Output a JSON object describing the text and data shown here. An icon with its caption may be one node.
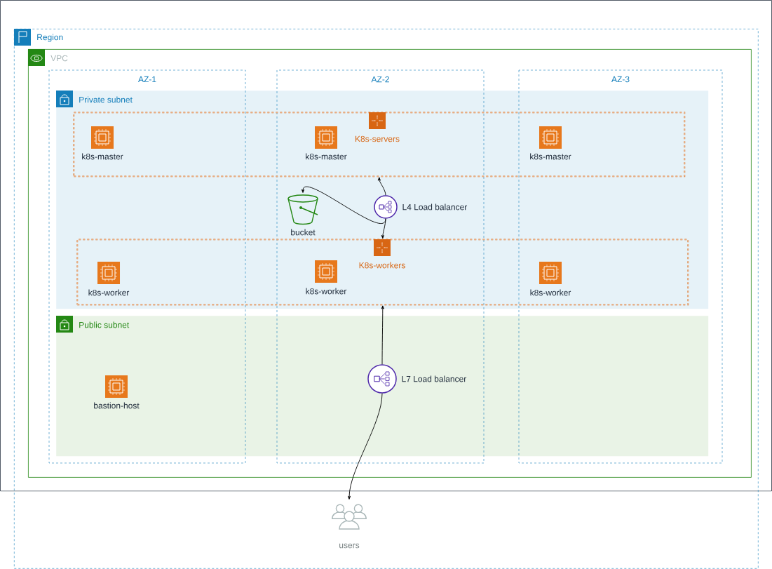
{
  "diagram": {
    "nodes": [
      {
        "text": [
          "Region"
        ]
      },
      {
        "text": [
          "VPC"
        ],
        "in": 0
      },
      {
        "text": [
          "Private subnet"
        ],
        "in": 1
      },
      {
        "text": [
          "Public subnet"
        ],
        "in": 1
      },
      {
        "text": [
          "K8s-servers"
        ],
        "in": 2
      },
      {
        "text": [
          "k8s-master"
        ],
        "in": 4
      },
      {
        "text": [
          "k8s-master"
        ],
        "in": 4
      },
      {
        "text": [
          "k8s-master"
        ],
        "in": 4
      },
      {
        "text": [
          "bucket"
        ],
        "in": 2
      },
      {
        "text": [
          "L4 Load balancer"
        ],
        "in": 2
      },
      {
        "text": [
          "K8s-workers"
        ],
        "in": 2
      },
      {
        "text": [
          "k8s-worker"
        ],
        "in": 10
      },
      {
        "text": [
          "k8s-worker"
        ],
        "in": 10
      },
      {
        "text": [
          "k8s-worker"
        ],
        "in": 10
      },
      {
        "text": [
          "bastion-host"
        ],
        "in": 3
      },
      {
        "text": [
          "L7 Load balancer"
        ],
        "in": 3
      },
      {
        "text": [
          "users"
        ],
        "in": 0
      }
    ],
    "edges": [
      {
        "from": 9,
        "to": 4,
        "arrow": "to"
      },
      {
        "from": 9,
        "to": 8,
        "arrow": "to"
      },
      {
        "from": 9,
        "to": 10,
        "arrow": "to"
      },
      {
        "from": 15,
        "to": 10,
        "arrow": "to"
      },
      {
        "from": 15,
        "to": 16,
        "arrow": "to"
      }
    ],
    "labels": [
      "AZ-1",
      "AZ-2",
      "AZ-3"
    ]
  }
}
